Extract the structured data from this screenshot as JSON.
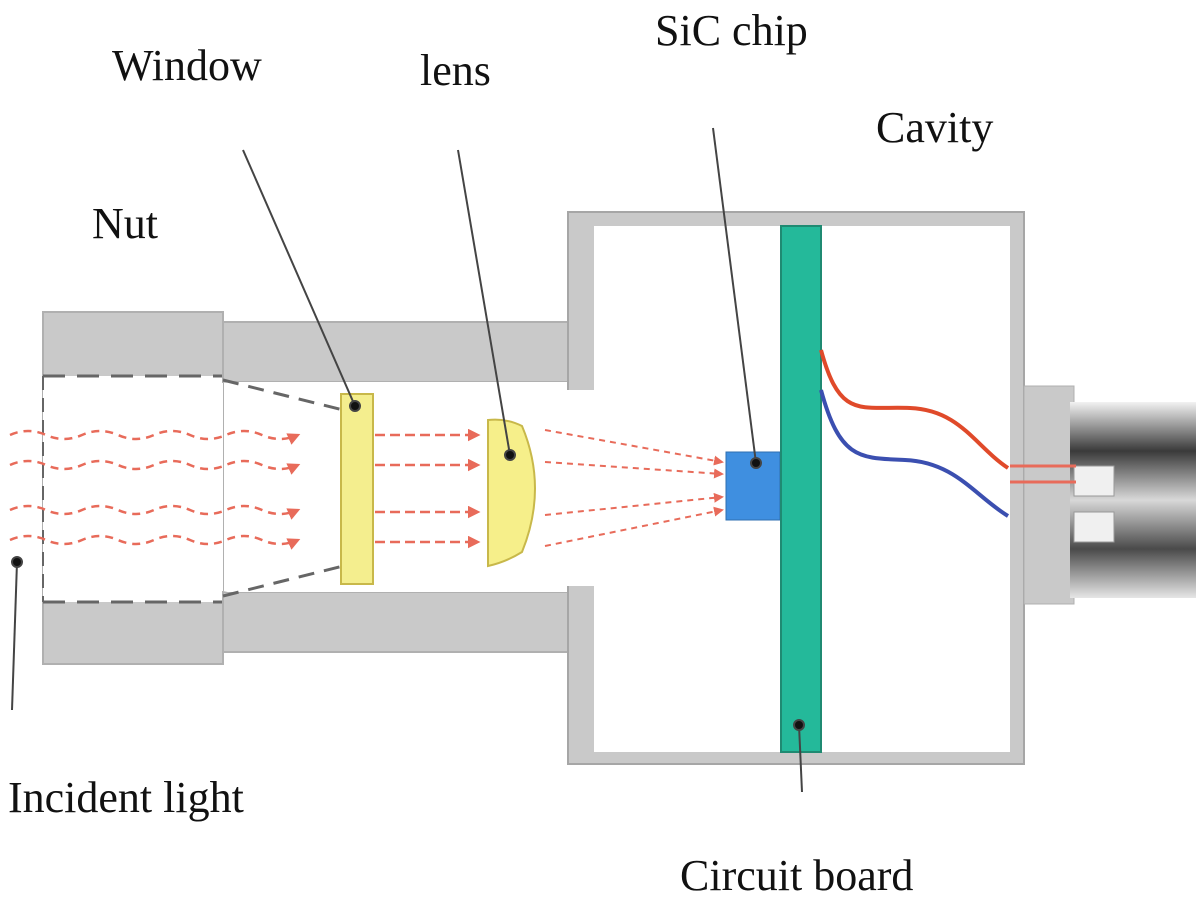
{
  "labels": {
    "window": "Window",
    "lens": "lens",
    "sic_chip": "SiC chip",
    "cavity": "Cavity",
    "nut": "Nut",
    "incident_light": "Incident light",
    "circuit_board": "Circuit board"
  },
  "colors": {
    "housing_gray": "#c9c9c9",
    "housing_edge": "#a6a6a6",
    "window_yellow": "#f4ee8e",
    "lens_yellow": "#f6ef8a",
    "chip_blue": "#3f8fe0",
    "board_teal": "#24b99a",
    "ray_red": "#e86b5a",
    "wire_red": "#e04a2a",
    "wire_blue": "#3b4fb0",
    "leader_line": "#444444"
  }
}
